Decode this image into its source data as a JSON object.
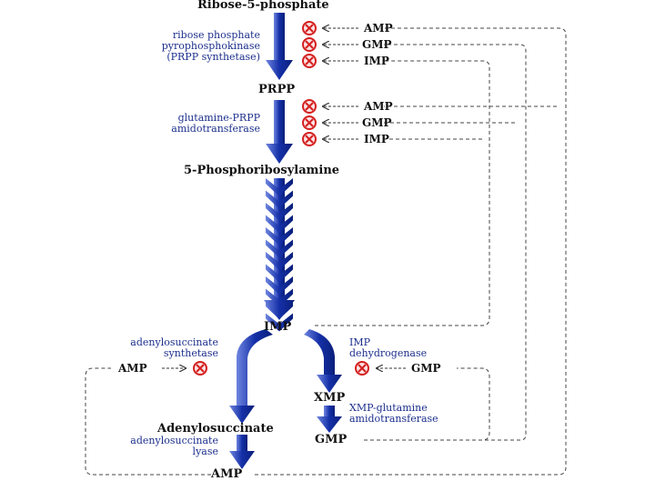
{
  "nodes": {
    "ribose": "Ribose-5-phosphate",
    "prpp": "PRPP",
    "pra": "5-Phosphoribosylamine",
    "imp": "IMP",
    "xmp": "XMP",
    "adenylosuccinate": "Adenylosuccinate",
    "gmp": "GMP",
    "amp": "AMP"
  },
  "enzymes": {
    "prpp_synthetase": [
      "ribose phosphate",
      "pyrophosphokinase",
      "(PRPP synthetase)"
    ],
    "amidotransferase": [
      "glutamine-PRPP",
      "amidotransferase"
    ],
    "adenylosuccinate_synthetase": [
      "adenylosuccinate",
      "synthetase"
    ],
    "adenylosuccinate_lyase": [
      "adenylosuccinate",
      "lyase"
    ],
    "imp_dehydrogenase": [
      "IMP",
      "dehydrogenase"
    ],
    "xmp_amidotransferase": [
      "XMP-glutamine",
      "amidotransferase"
    ]
  },
  "feedback": {
    "step1": [
      "AMP",
      "GMP",
      "IMP"
    ],
    "step2": [
      "AMP",
      "GMP",
      "IMP"
    ],
    "amp_to_succinate": "AMP",
    "gmp_to_dehydrogenase": "GMP"
  },
  "colors": {
    "pathway_arrow": "#1530a8",
    "enzyme_text": "#1c2f8c",
    "inhibition": "#d42020"
  }
}
